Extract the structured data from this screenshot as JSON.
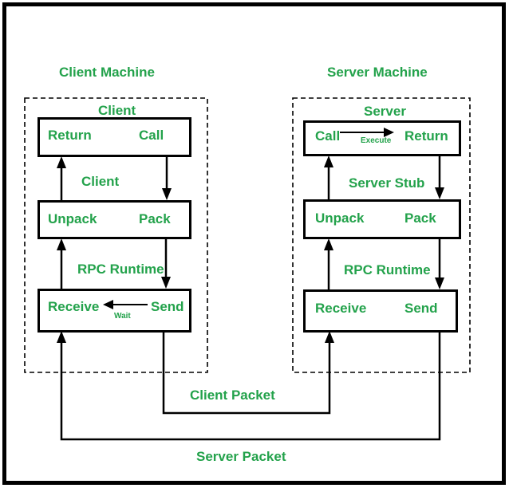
{
  "client": {
    "machine_title": "Client Machine",
    "top_label": "Client",
    "box1_left": "Return",
    "box1_right": "Call",
    "mid_label": "Client",
    "box2_left": "Unpack",
    "box2_right": "Pack",
    "runtime_label": "RPC Runtime",
    "box3_left": "Receive",
    "box3_right": "Send",
    "wait_label": "Wait"
  },
  "server": {
    "machine_title": "Server Machine",
    "top_label": "Server",
    "box1_left": "Call",
    "box1_right": "Return",
    "execute_label": "Execute",
    "mid_label": "Server Stub",
    "box2_left": "Unpack",
    "box2_right": "Pack",
    "runtime_label": "RPC Runtime",
    "box3_left": "Receive",
    "box3_right": "Send"
  },
  "packets": {
    "client_packet_label": "Client Packet",
    "server_packet_label": "Server Packet"
  },
  "colors": {
    "green": "#23a24b",
    "black": "#000000"
  }
}
